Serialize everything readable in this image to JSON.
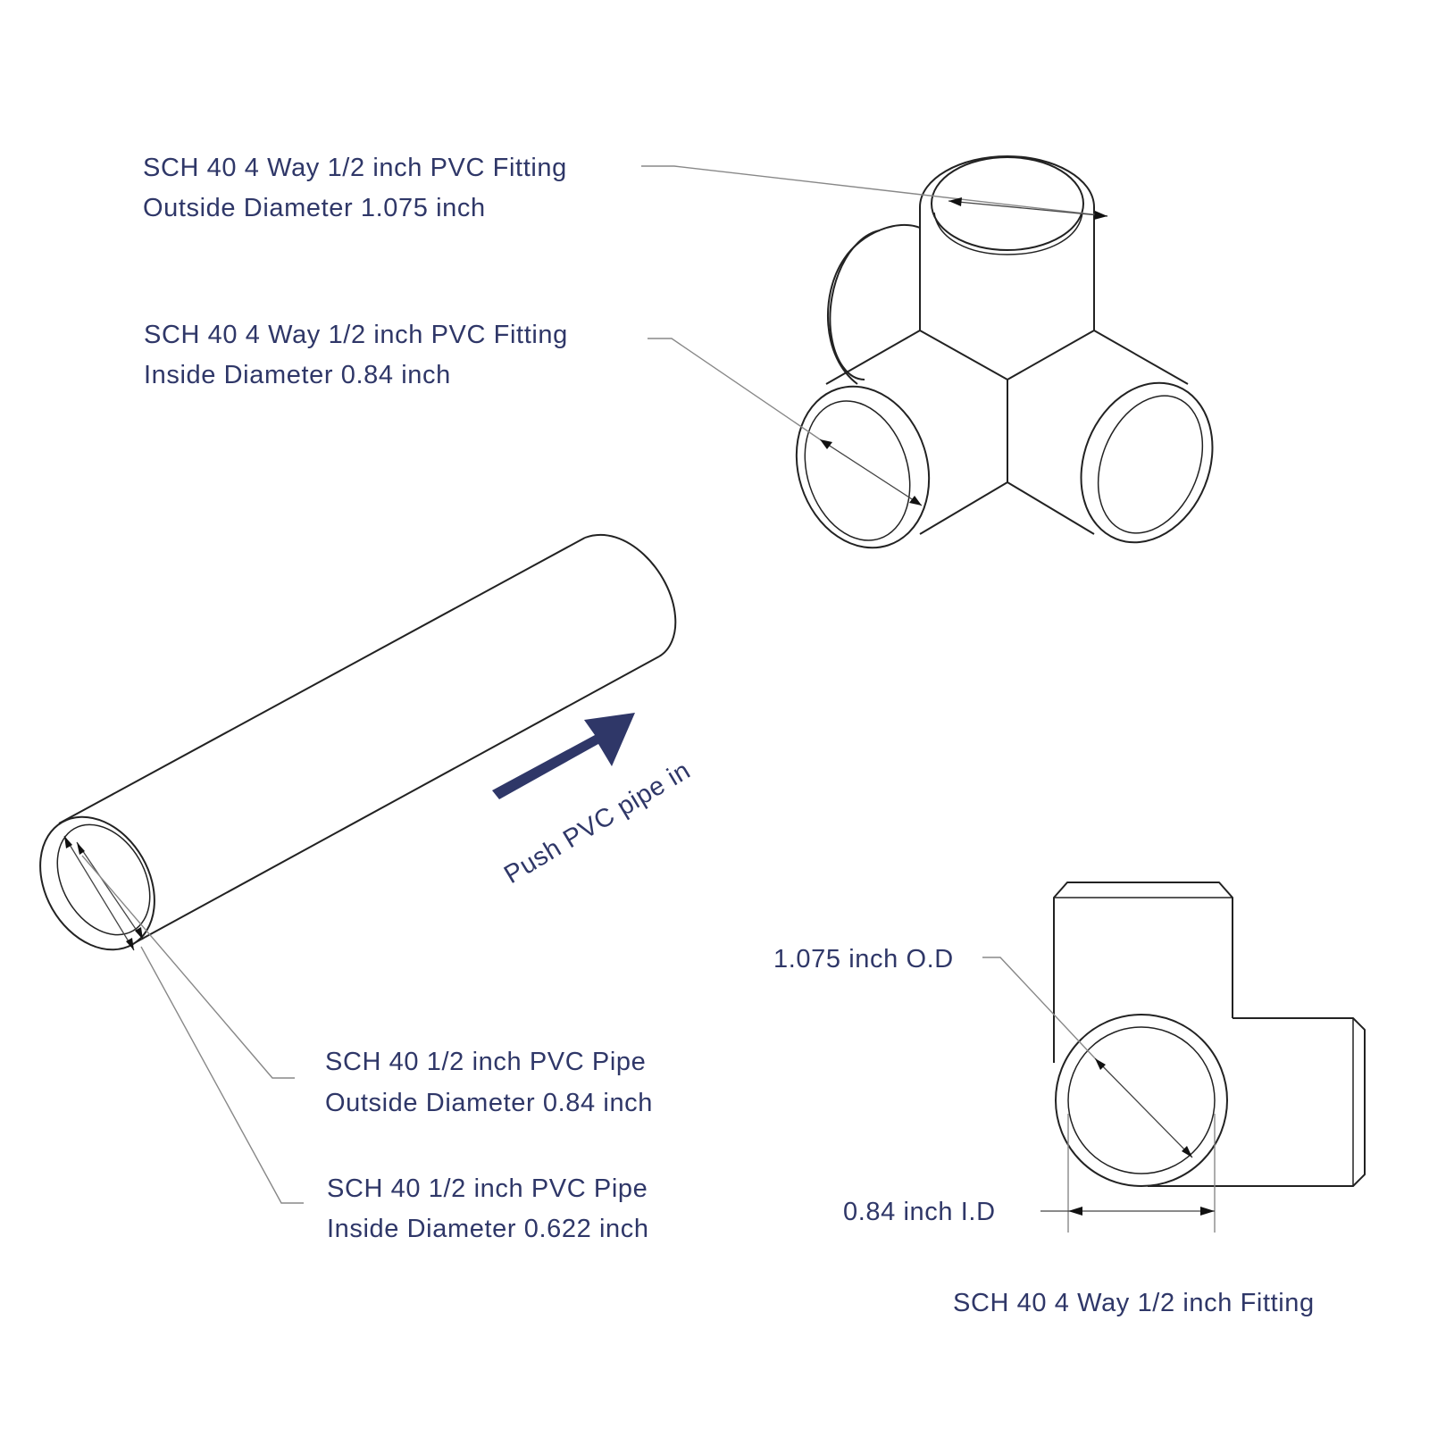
{
  "labels": {
    "fitting_od_line1": "SCH 40 4 Way 1/2 inch PVC Fitting",
    "fitting_od_line2": "Outside Diameter 1.075 inch",
    "fitting_id_line1": "SCH 40 4 Way 1/2 inch PVC Fitting",
    "fitting_id_line2": "Inside Diameter 0.84 inch",
    "push_text": "Push PVC pipe in",
    "pipe_od_line1": "SCH 40 1/2 inch PVC Pipe",
    "pipe_od_line2": "Outside Diameter 0.84 inch",
    "pipe_id_line1": "SCH 40 1/2 inch PVC Pipe",
    "pipe_id_line2": "Inside Diameter 0.622 inch",
    "front_od": "1.075 inch O.D",
    "front_id": "0.84 inch I.D",
    "front_caption": "SCH 40 4 Way 1/2 inch Fitting"
  },
  "colors": {
    "label_text": "#2f3768",
    "push_arrow": "#2f3768",
    "line": "#222222",
    "leader": "#888888",
    "background": "#ffffff"
  }
}
